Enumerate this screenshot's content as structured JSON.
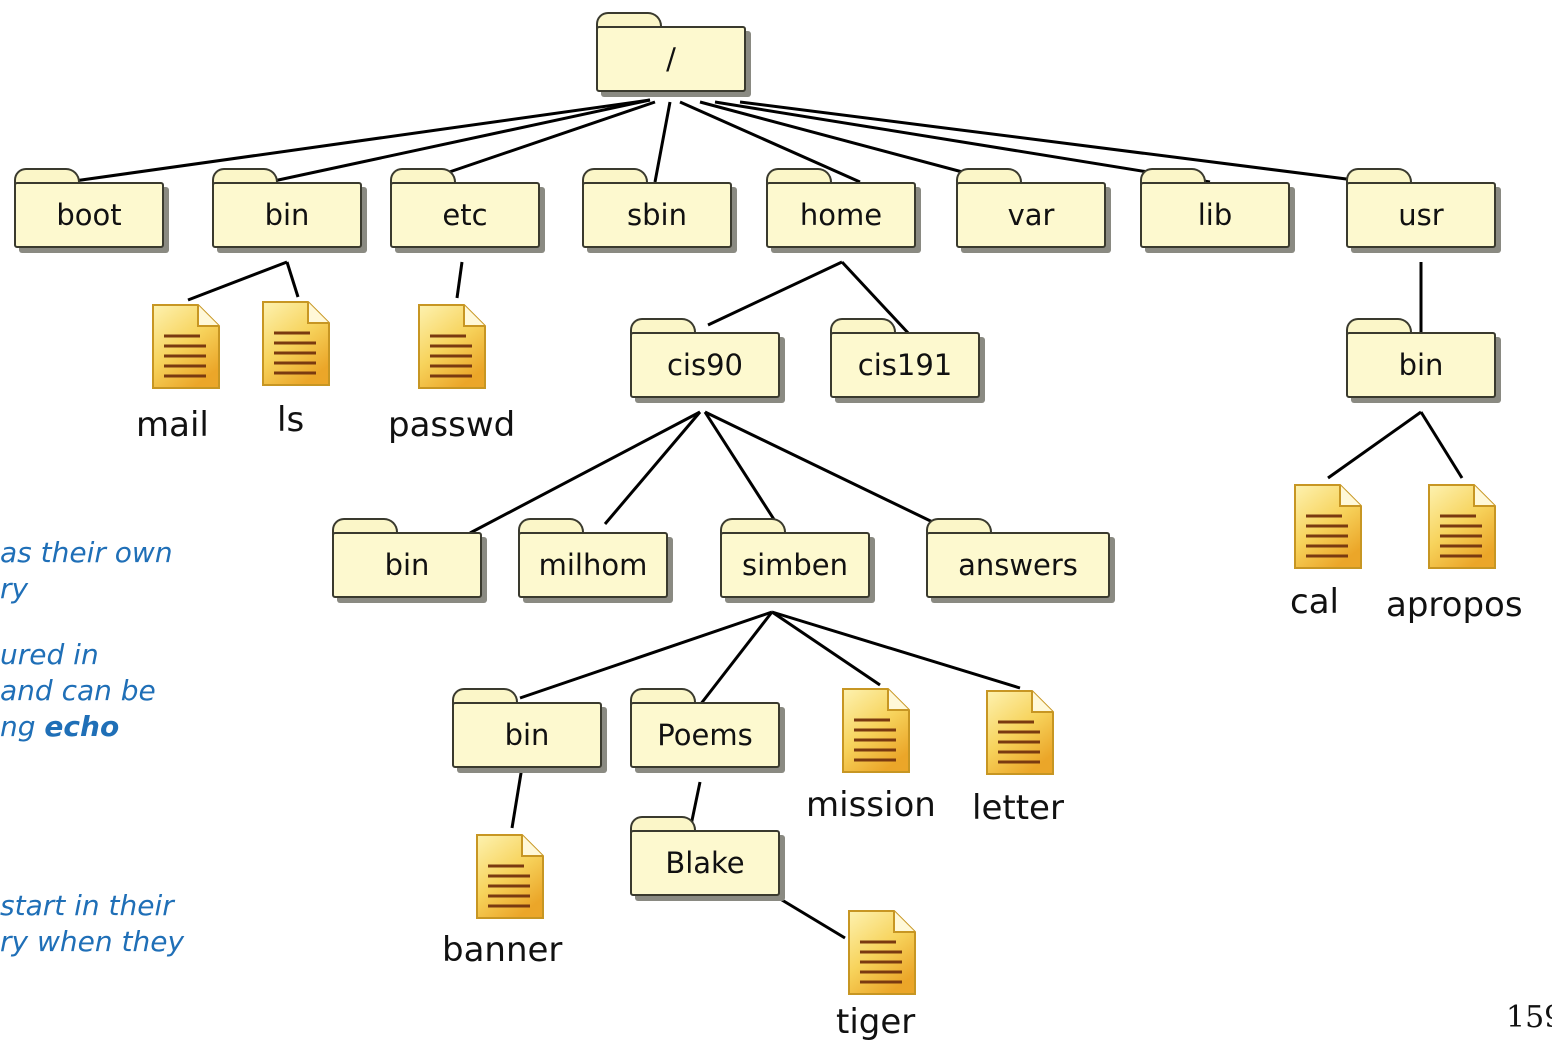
{
  "folders": {
    "root": "/",
    "boot": "boot",
    "bin": "bin",
    "etc": "etc",
    "sbin": "sbin",
    "home": "home",
    "var": "var",
    "lib": "lib",
    "usr": "usr",
    "cis90": "cis90",
    "cis191": "cis191",
    "usr_bin": "bin",
    "cis90_bin": "bin",
    "milhom": "milhom",
    "simben": "simben",
    "answers": "answers",
    "simben_bin": "bin",
    "poems": "Poems",
    "blake": "Blake"
  },
  "files": {
    "mail": "mail",
    "ls": "ls",
    "passwd": "passwd",
    "cal": "cal",
    "apropos": "apropos",
    "mission": "mission",
    "letter": "letter",
    "banner": "banner",
    "tiger": "tiger"
  },
  "notes": {
    "n1_l1": "as their own",
    "n1_l2": "ry",
    "n2_l1": "ured in",
    "n2_l2": "and can be",
    "n2_l3_pre": "ng ",
    "n2_l3_bold": "echo",
    "n3_l1": "start in their",
    "n3_l2": "ry when they"
  },
  "page_number": "159",
  "colors": {
    "folder_fill": "#fdf9cf",
    "note_text": "#1f6fb7"
  }
}
